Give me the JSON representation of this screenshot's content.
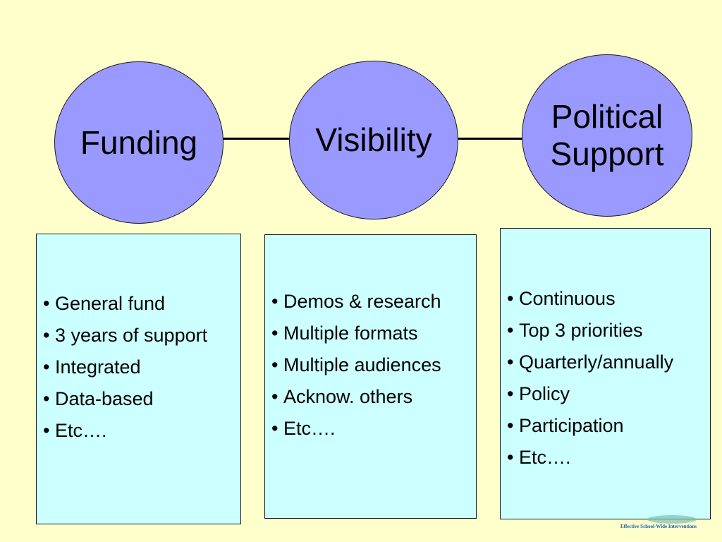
{
  "circles": {
    "funding": [
      "Funding"
    ],
    "visibility": [
      "Visibility"
    ],
    "political": [
      "Political",
      "Support"
    ]
  },
  "boxes": {
    "funding": [
      "General fund",
      "3 years of support",
      "Integrated",
      "Data-based",
      "Etc…."
    ],
    "visibility": [
      "Demos & research",
      "Multiple formats",
      "Multiple audiences",
      "Acknow. others",
      "Etc…."
    ],
    "political": [
      "Continuous",
      "Top 3 priorities",
      "Quarterly/annually",
      "Policy",
      "Participation",
      "Etc…."
    ]
  },
  "logo": {
    "caption": "Effective School-Wide Interventions"
  },
  "colors": {
    "background": "#ffffcc",
    "circle_fill": "#9999ff",
    "box_fill": "#ccffff",
    "connector": "#000000"
  }
}
